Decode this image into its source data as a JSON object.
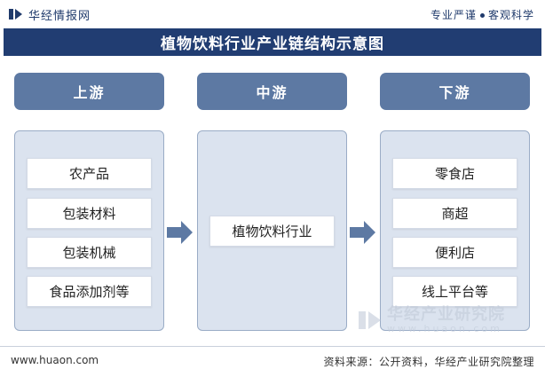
{
  "header": {
    "brand_name": "华经情报网",
    "tagline_left": "专业严谨",
    "tagline_right": "客观科学"
  },
  "title": "植物饮料行业产业链结构示意图",
  "stages": [
    {
      "label": "上游",
      "items": [
        "农产品",
        "包装材料",
        "包装机械",
        "食品添加剂等"
      ]
    },
    {
      "label": "中游",
      "items": [
        "植物饮料行业"
      ]
    },
    {
      "label": "下游",
      "items": [
        "零食店",
        "商超",
        "便利店",
        "线上平台等"
      ]
    }
  ],
  "footer": {
    "url": "www.huaon.com",
    "source": "资料来源：公开资料，华经产业研究院整理"
  },
  "watermark": {
    "name": "华经产业研究院",
    "domain": "www.huaon.com"
  },
  "colors": {
    "title_bar": "#213d72",
    "stage_header": "#5d79a3",
    "panel_bg": "#dbe3ef",
    "arrow": "#5d79a3"
  }
}
